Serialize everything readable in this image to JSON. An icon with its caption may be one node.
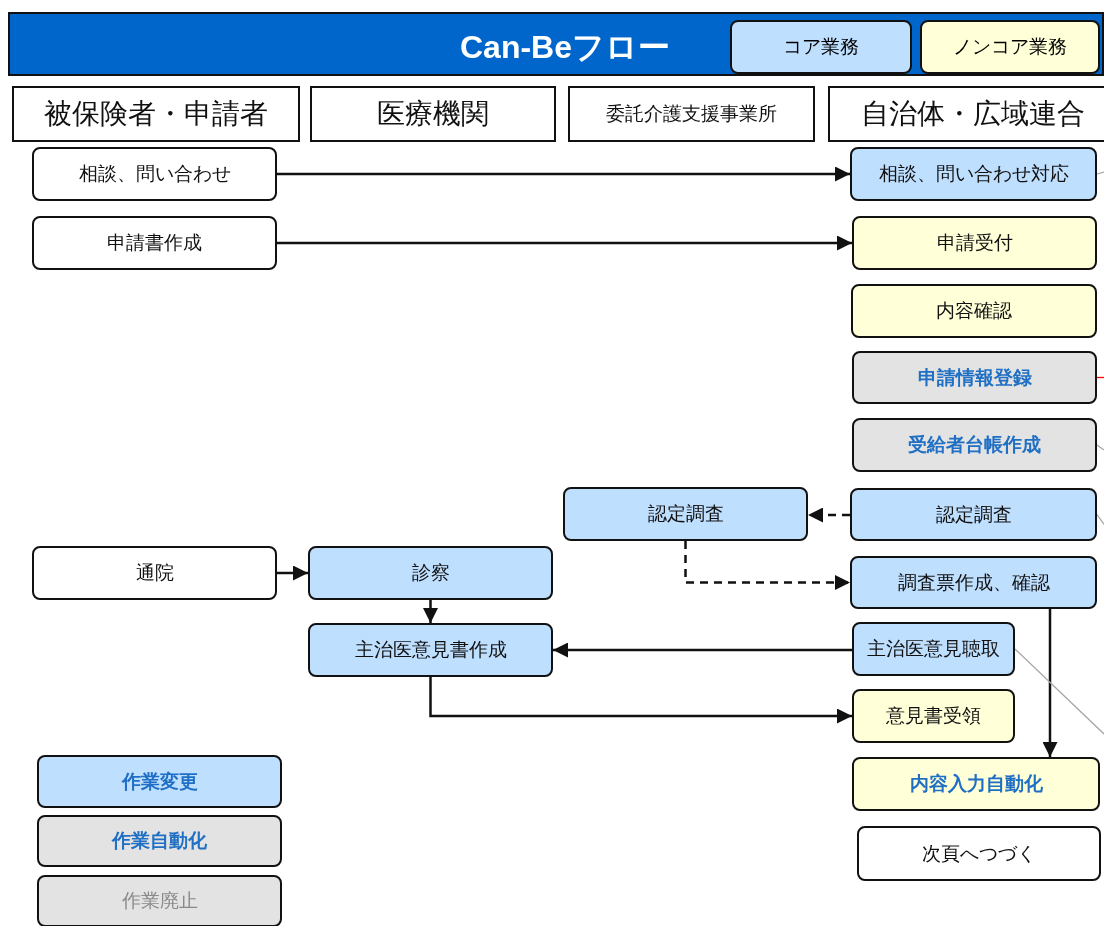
{
  "diagram": {
    "title": "Can-Beフロー",
    "nodes": [
      {
        "text": [
          "被保険者・申請者"
        ]
      },
      {
        "text": [
          "医療機関"
        ]
      },
      {
        "text": [
          "委託介護支援事業所"
        ]
      },
      {
        "text": [
          "自治体・広域連合"
        ]
      },
      {
        "text": [
          "相談、問い合わせ"
        ]
      },
      {
        "text": [
          "相談、問い合わせ対応"
        ]
      },
      {
        "text": [
          "申請書作成"
        ]
      },
      {
        "text": [
          "申請受付"
        ]
      },
      {
        "text": [
          "内容確認"
        ]
      },
      {
        "text": [
          "申請情報登録"
        ]
      },
      {
        "text": [
          "受給者台帳作成"
        ]
      },
      {
        "text": [
          "認定調査"
        ]
      },
      {
        "text": [
          "認定調査"
        ]
      },
      {
        "text": [
          "通院"
        ]
      },
      {
        "text": [
          "診察"
        ]
      },
      {
        "text": [
          "調査票作成、確認"
        ]
      },
      {
        "text": [
          "主治医意見書作成"
        ]
      },
      {
        "text": [
          "主治医意見聴取"
        ]
      },
      {
        "text": [
          "意見書受領"
        ]
      },
      {
        "text": [
          "内容入力自動化"
        ]
      },
      {
        "text": [
          "次頁へつづく"
        ]
      }
    ],
    "edges": [
      {
        "from": 4,
        "to": 5,
        "arrow": "to"
      },
      {
        "from": 6,
        "to": 7,
        "arrow": "to"
      },
      {
        "from": 12,
        "to": 11,
        "arrow": "to",
        "style": "dashed"
      },
      {
        "from": 13,
        "to": 14,
        "arrow": "to"
      },
      {
        "from": 14,
        "to": 16,
        "arrow": "to"
      },
      {
        "from": 11,
        "to": 15,
        "arrow": "to",
        "style": "dashed"
      },
      {
        "from": 17,
        "to": 16,
        "arrow": "to"
      },
      {
        "from": 16,
        "to": 18,
        "arrow": "to"
      },
      {
        "from": 15,
        "to": 19,
        "arrow": "to"
      },
      {
        "from": 5,
        "to": null,
        "arrow": "none",
        "color": "#a6a6a6"
      },
      {
        "from": 9,
        "to": null,
        "arrow": "none",
        "color": "#ff0000"
      },
      {
        "from": 10,
        "to": null,
        "arrow": "none",
        "color": "#a6a6a6"
      },
      {
        "from": 12,
        "to": null,
        "arrow": "none",
        "color": "#a6a6a6"
      },
      {
        "from": 17,
        "to": null,
        "arrow": "none",
        "color": "#a6a6a6"
      }
    ],
    "legend": [
      {
        "text": "コア業務",
        "color": "#bfdfff"
      },
      {
        "text": "ノンコア業務",
        "color": "#ffffd8"
      },
      {
        "text": "作業変更",
        "color": "#bfdfff"
      },
      {
        "text": "作業自動化",
        "color": "#e3e3e3"
      },
      {
        "text": "作業廃止",
        "color": "#e3e3e3"
      }
    ]
  }
}
